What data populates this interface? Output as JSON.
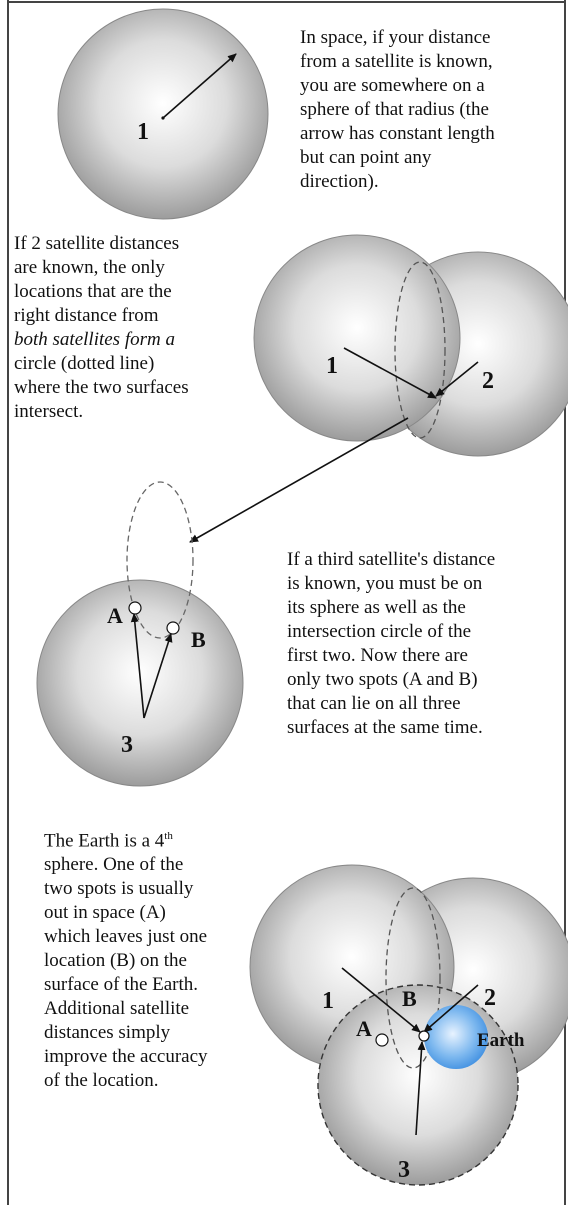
{
  "panels": {
    "one": {
      "text_lines": [
        "In space, if your distance",
        "from a satellite is known,",
        "you are somewhere on a",
        "sphere of that radius (the",
        "arrow has constant length",
        "but can point any",
        "direction)."
      ],
      "label": "1"
    },
    "two": {
      "text_lines": [
        "If 2 satellite distances",
        "are known, the only",
        "locations that are the",
        "right distance from",
        "both satellites form a",
        "circle (dotted line)",
        "where the two surfaces",
        "intersect."
      ],
      "labels": [
        "1",
        "2"
      ]
    },
    "three": {
      "text_lines": [
        "If a third satellite's distance",
        "is known, you must be on",
        "its sphere as well as the",
        "intersection circle of the",
        "first two.   Now there are",
        "only two spots (A and B)",
        "that can lie on all three",
        "surfaces at the same time."
      ],
      "labels": [
        "A",
        "B",
        "3"
      ]
    },
    "four": {
      "text_lines": [
        "The Earth is a 4th",
        "sphere.  One of the",
        "two spots is usually",
        "out in space (A)",
        "which leaves just one",
        "location (B) on the",
        "surface of the Earth.",
        "Additional satellite",
        "distances simply",
        "improve the accuracy",
        "of the location."
      ],
      "labels": [
        "1",
        "2",
        "3",
        "A",
        "B",
        "Earth"
      ]
    }
  },
  "colors": {
    "sphere_light": "#ffffff",
    "sphere_dark": "#9a9a9a",
    "earth": "#6aaeea",
    "border": "#333333"
  }
}
